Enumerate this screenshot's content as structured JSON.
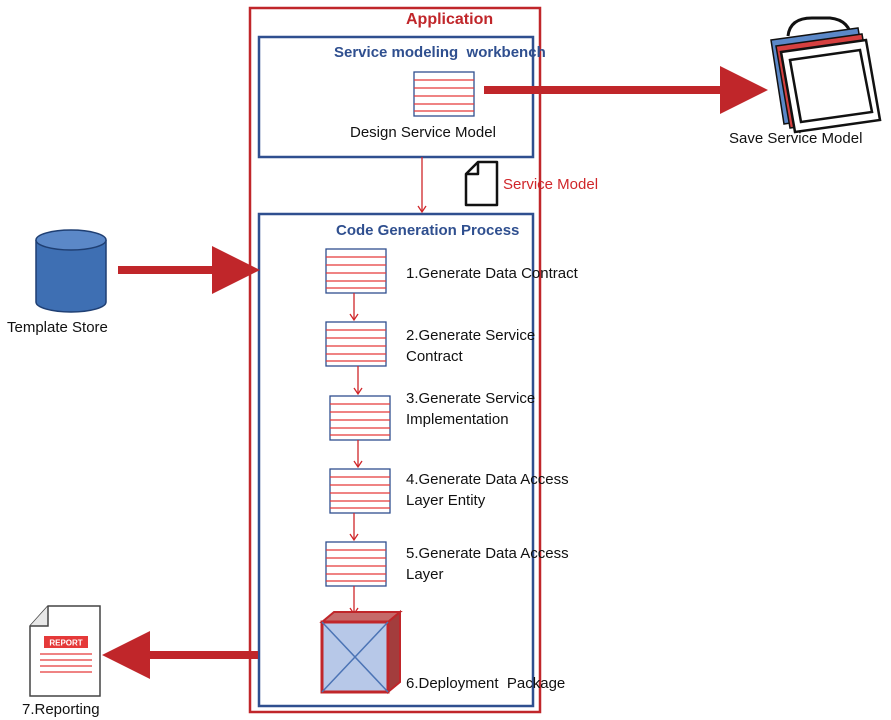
{
  "application": {
    "title": "Application"
  },
  "workbench": {
    "title": "Service modeling  workbench",
    "design_label": "Design Service Model"
  },
  "service_model_label": "Service Model",
  "save": {
    "label": "Save Service Model"
  },
  "template_store": {
    "label": "Template Store"
  },
  "code_generation": {
    "title": "Code Generation Process",
    "steps": [
      {
        "line1": "1.Generate Data Contract",
        "line2": ""
      },
      {
        "line1": "2.Generate Service",
        "line2": "Contract"
      },
      {
        "line1": "3.Generate Service",
        "line2": "Implementation"
      },
      {
        "line1": "4.Generate Data Access",
        "line2": "Layer Entity"
      },
      {
        "line1": "5.Generate Data Access",
        "line2": "Layer"
      },
      {
        "line1": "6.Deployment  Package",
        "line2": ""
      }
    ]
  },
  "reporting": {
    "label": "7.Reporting",
    "icon_text": "REPORT"
  },
  "colors": {
    "red": "#c0262a",
    "blue": "#2f4f8f",
    "store": "#3e6fb3"
  }
}
